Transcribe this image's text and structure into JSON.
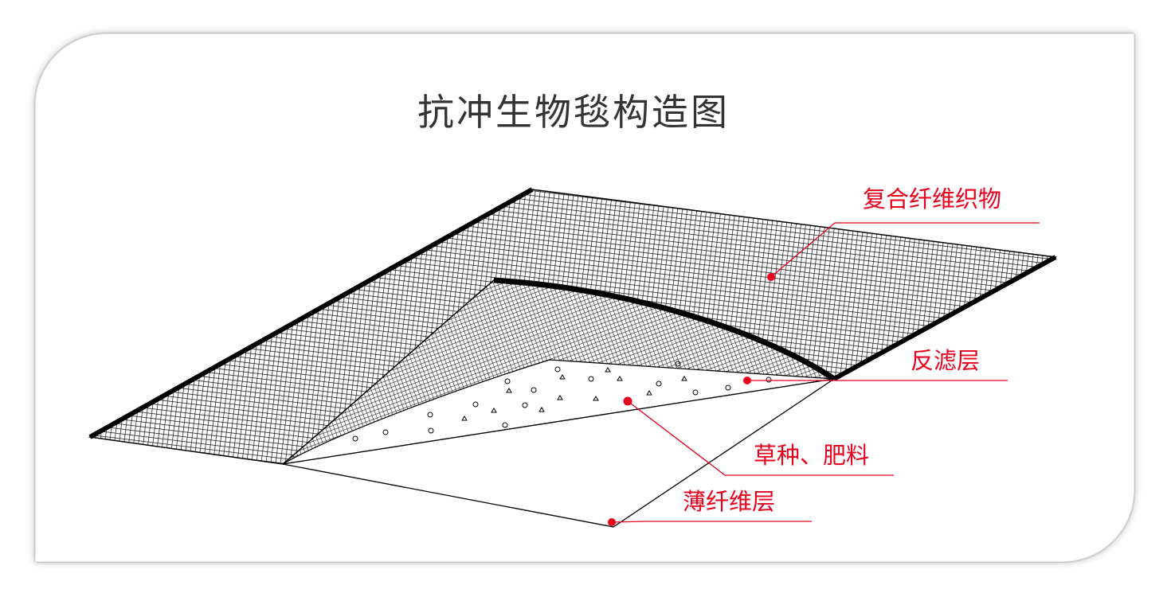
{
  "title": "抗冲生物毯构造图",
  "labels": {
    "composite_fabric": "复合纤维织物",
    "filter_layer": "反滤层",
    "seed_fertilizer": "草种、肥料",
    "thin_fiber_layer": "薄纤维层"
  },
  "colors": {
    "label_red": "#e8001c",
    "outline": "#000000",
    "mesh": "#111111",
    "card_background": "#ffffff"
  }
}
